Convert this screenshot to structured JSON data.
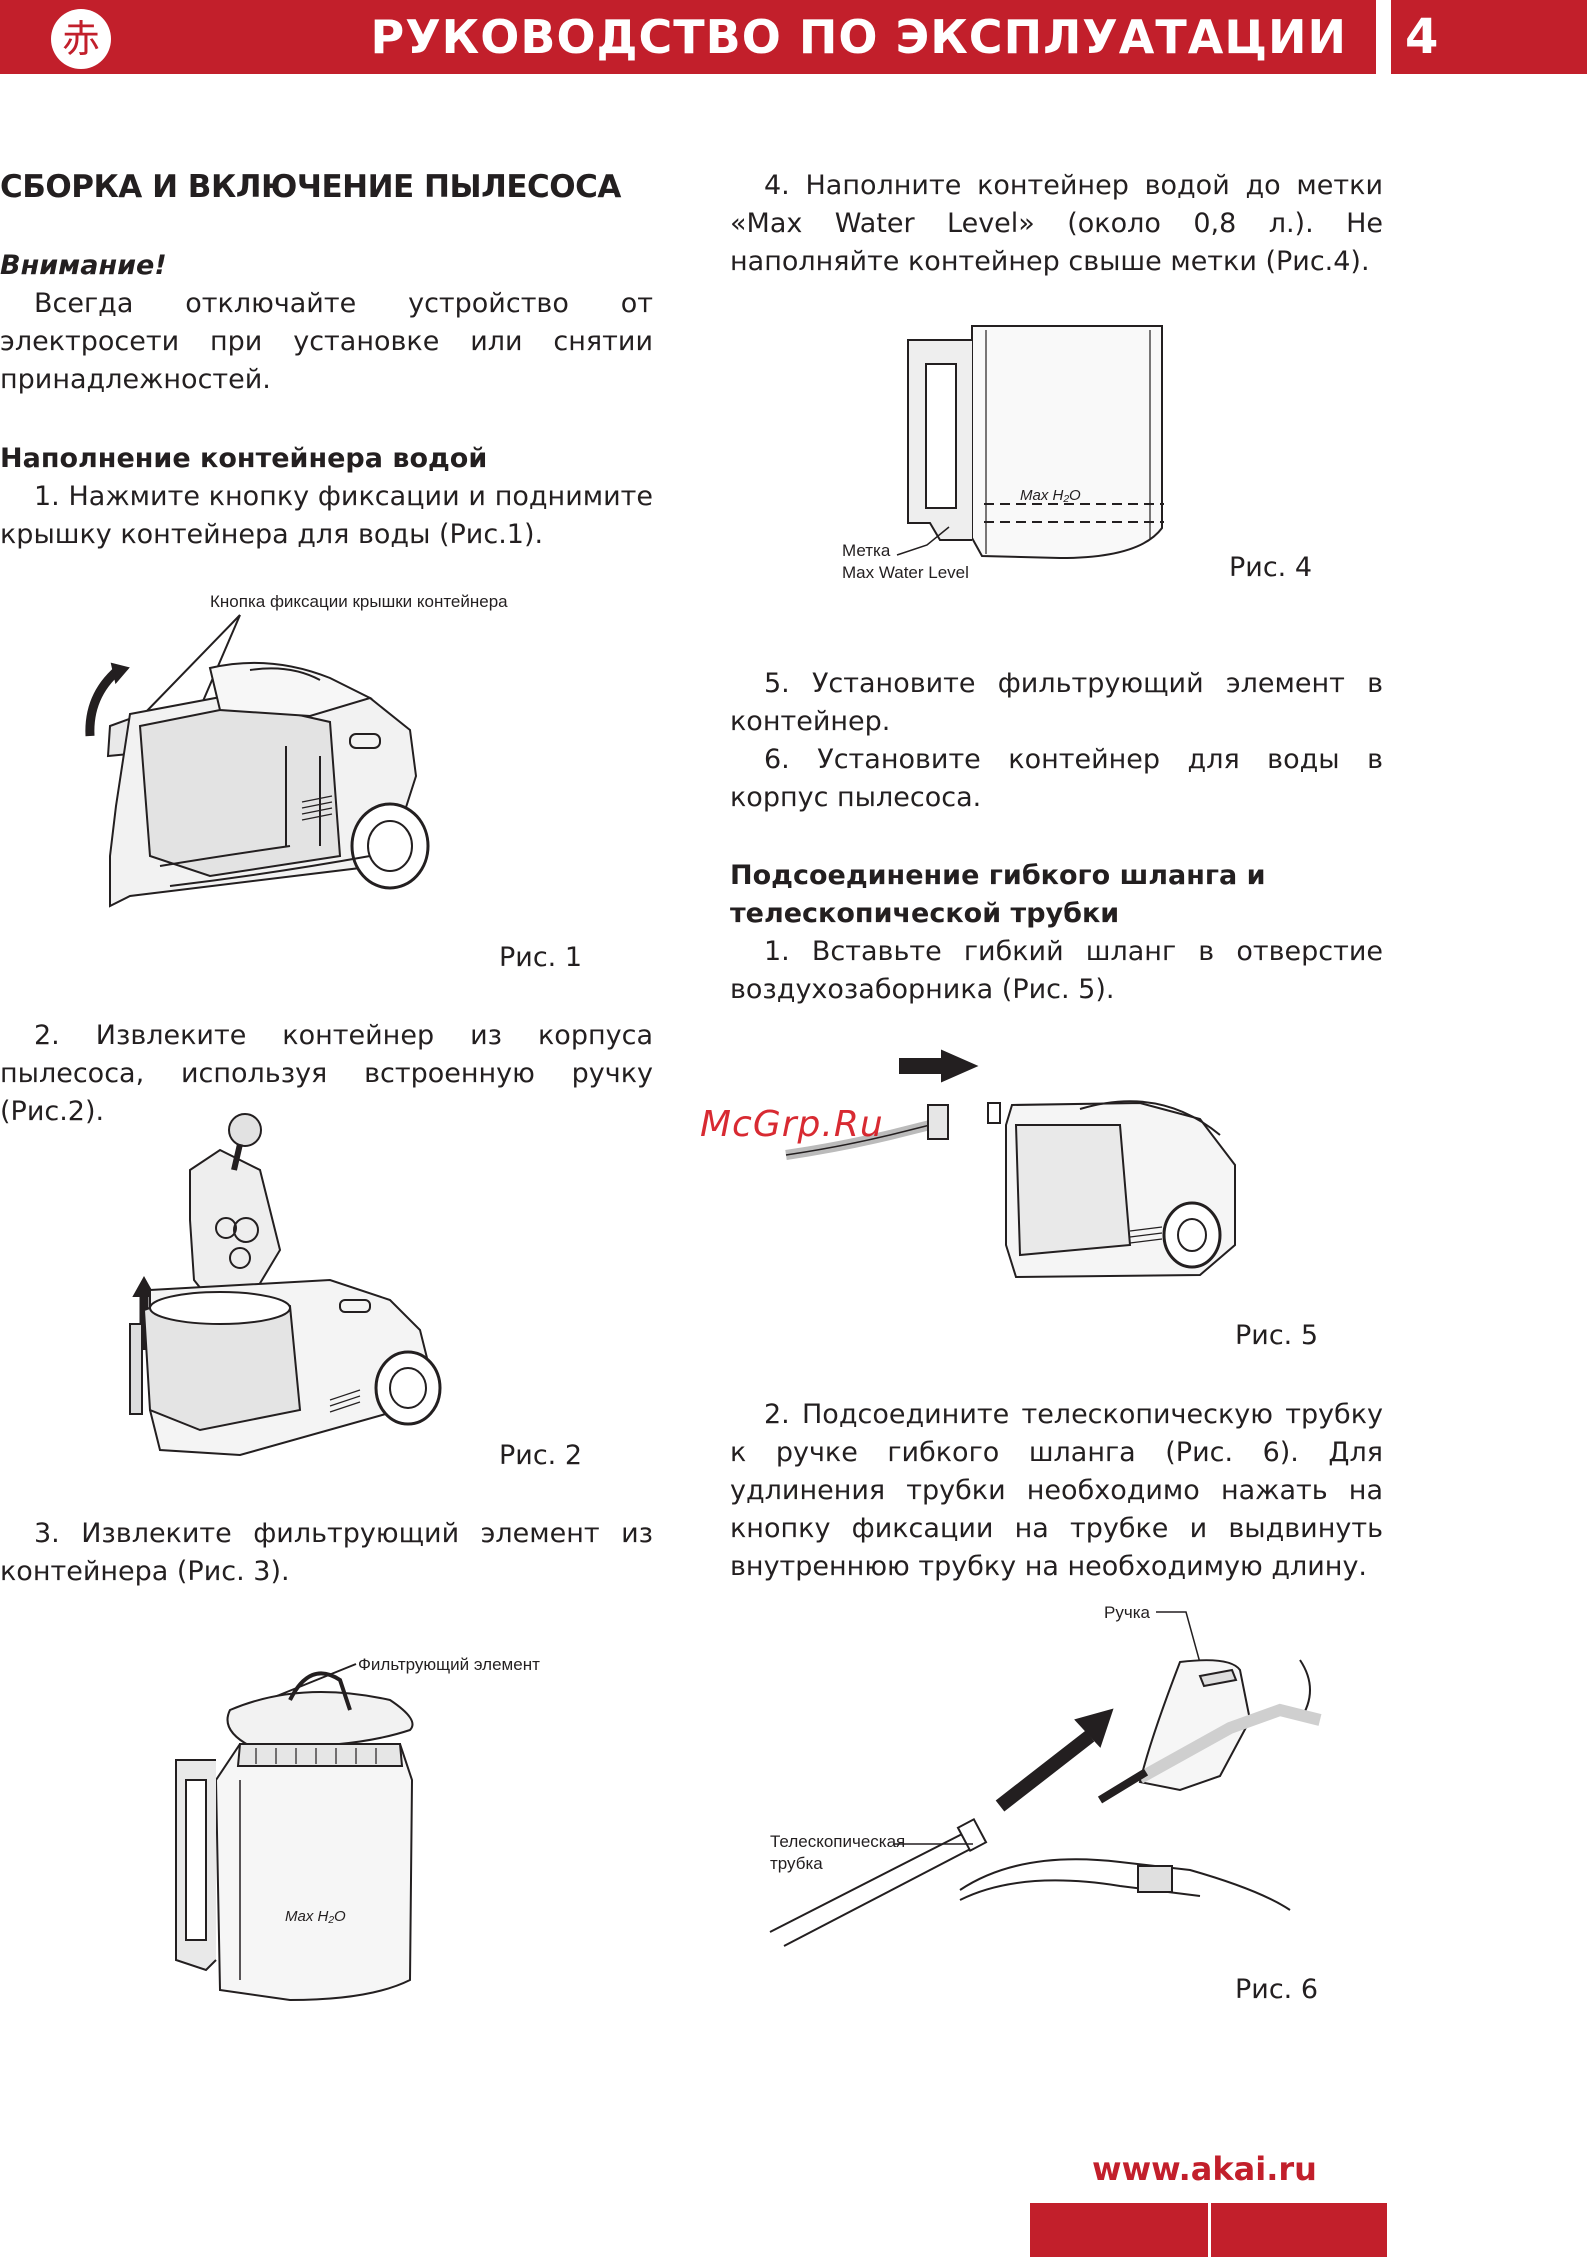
{
  "header": {
    "logo_char": "赤",
    "title": "РУКОВОДСТВО ПО ЭКСПЛУАТАЦИИ",
    "page_number": "4"
  },
  "left": {
    "section_title": "СБОРКА И ВКЛЮЧЕНИЕ ПЫЛЕСОСА",
    "warning_label": "Внимание!",
    "warning_text": "Всегда отключайте устройство от электросети при установке или снятии принадлежностей.",
    "fill_title": "Наполнение контейнера водой",
    "step1": "1. Нажмите кнопку фиксации и поднимите крышку контейнера для воды (Рис.1).",
    "fig1_label": "Кнопка фиксации крышки контейнера",
    "fig1_caption": "Рис. 1",
    "step2": "2. Извлеките контейнер из корпуса пылесоса, используя встроенную ручку (Рис.2).",
    "fig2_caption": "Рис. 2",
    "step3": "3. Извлеките фильтрующий элемент из контейнера (Рис. 3).",
    "fig3_label": "Фильтрующий элемент",
    "fig3_mark": "Max H₂O"
  },
  "right": {
    "step4": "4. Наполните контейнер водой до метки «Max Water Level» (около 0,8 л.). Не наполняйте контейнер свыше метки (Рис.4).",
    "fig4_mark": "Max H₂O",
    "fig4_label_1": "Метка",
    "fig4_label_2": "Max Water Level",
    "fig4_caption": "Рис. 4",
    "step5": "5. Установите фильтрующий элемент в контейнер.",
    "step6": "6. Установите контейнер для воды в корпус пылесоса.",
    "hose_title": "Подсоединение гибкого шланга и телескопической трубки",
    "hose_step1": "1. Вставьте гибкий шланг в отверстие воздухозаборника (Рис. 5).",
    "fig5_caption": "Рис. 5",
    "hose_step2": "2. Подсоедините телескопическую трубку к ручке гибкого шланга (Рис. 6). Для удлинения трубки необходимо нажать на кнопку фиксации на трубке и выдвинуть внутреннюю трубку на необходимую длину.",
    "fig6_label_handle": "Ручка",
    "fig6_label_tube_1": "Телескопическая",
    "fig6_label_tube_2": "трубка",
    "fig6_caption": "Рис. 6"
  },
  "watermark": "McGrp.Ru",
  "footer": {
    "website": "www.akai.ru"
  },
  "colors": {
    "brand_red": "#c21f2b",
    "text": "#231f20",
    "watermark": "#d4141c"
  }
}
